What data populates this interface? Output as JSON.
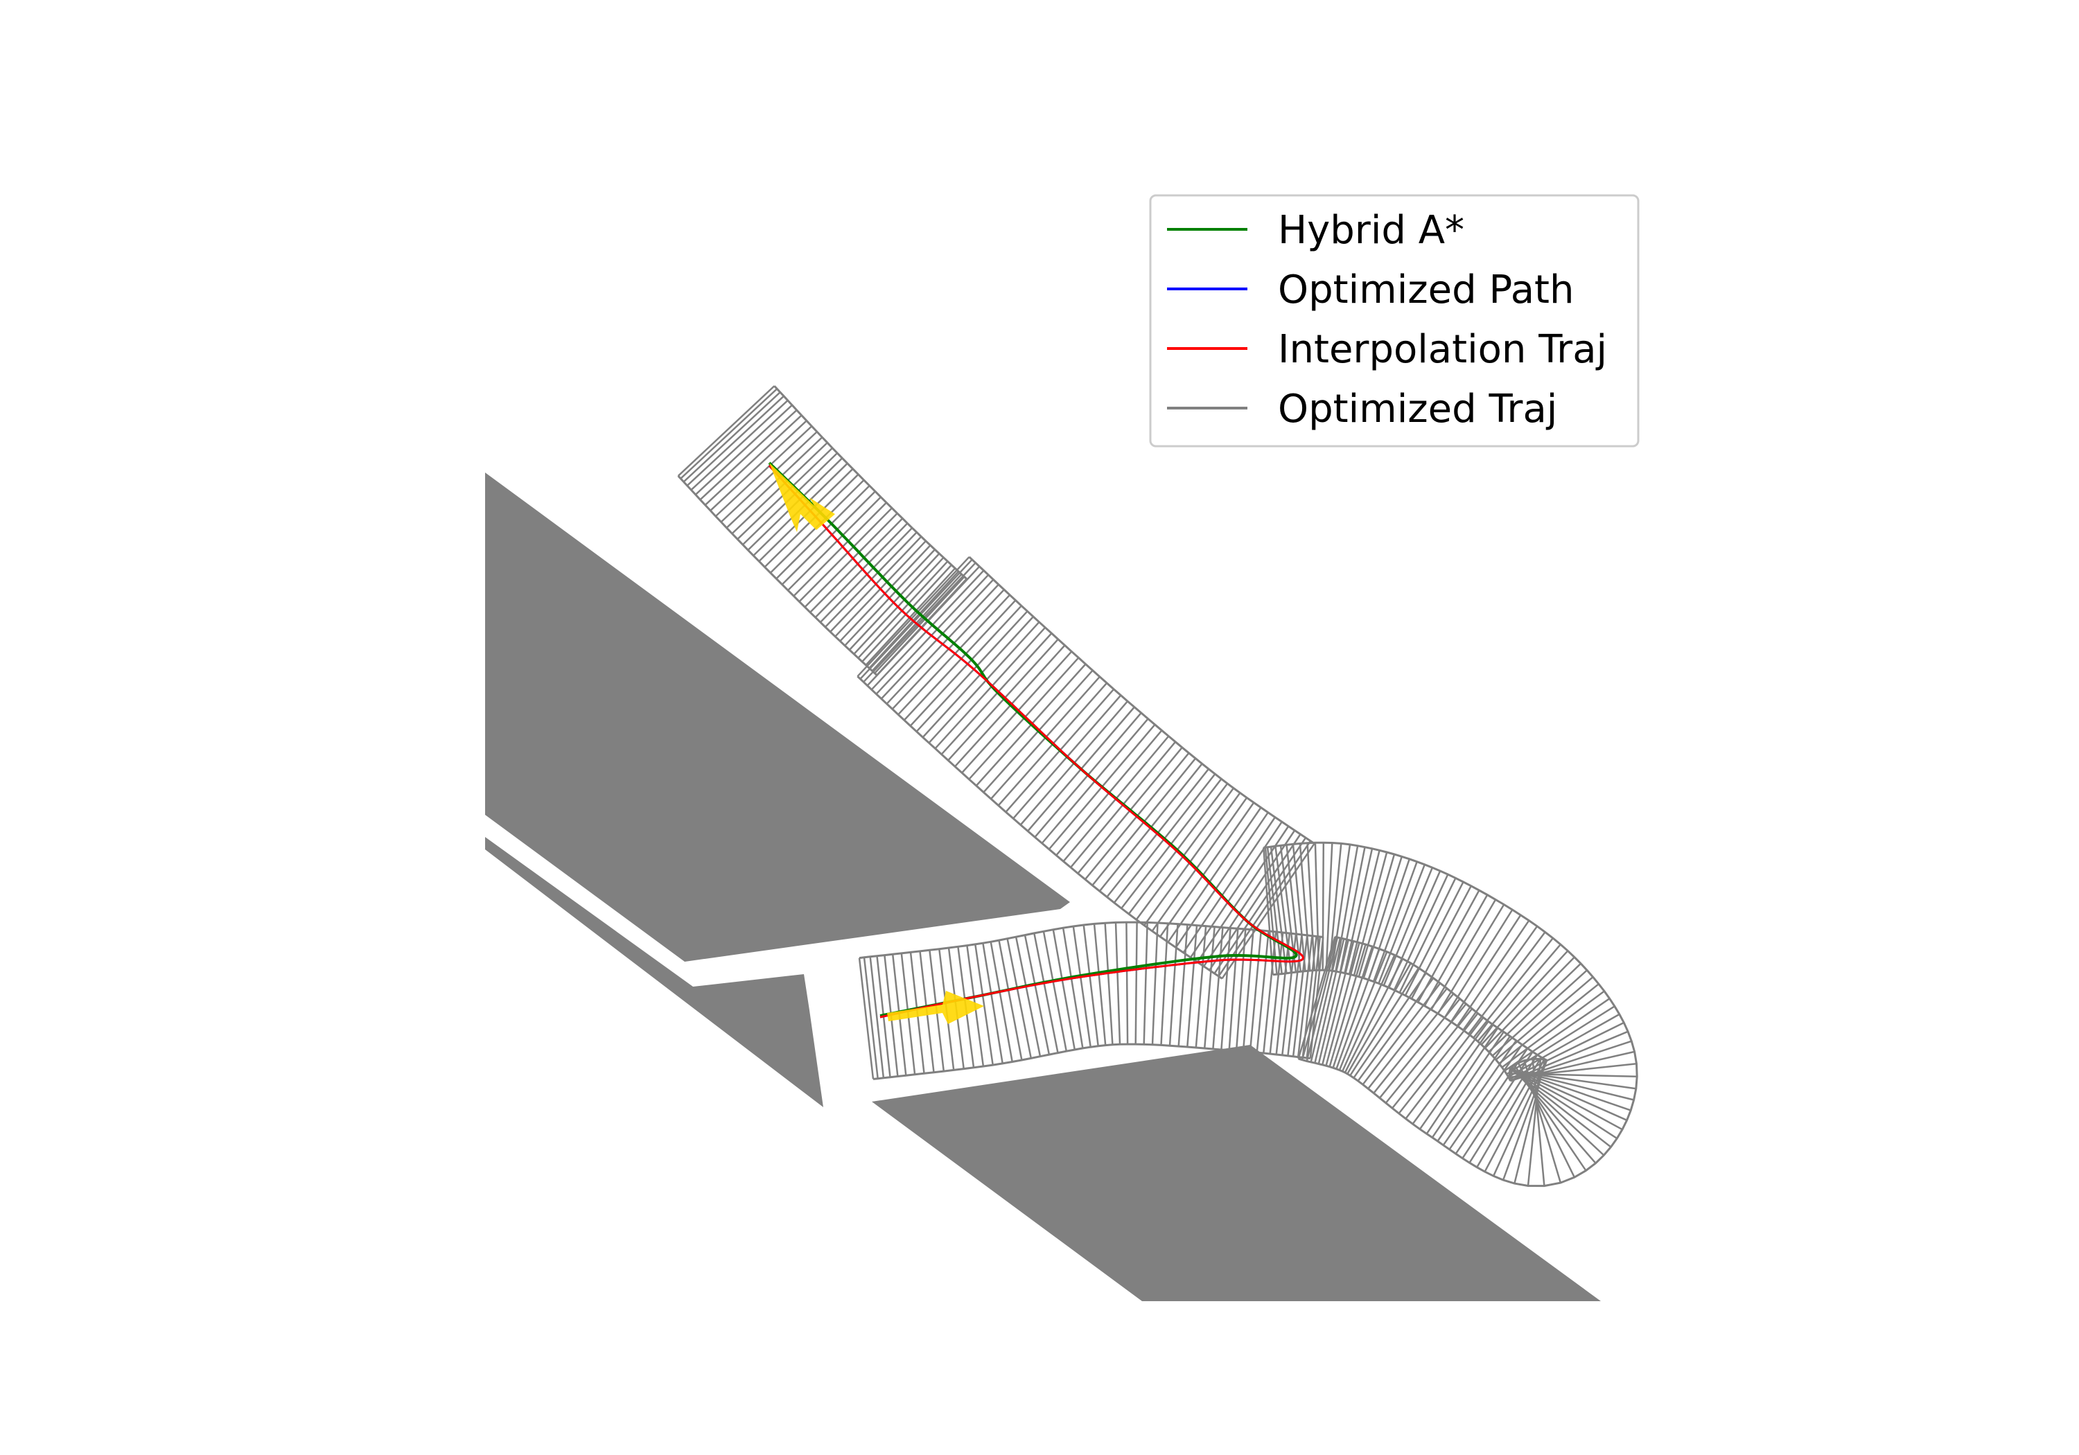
{
  "chart_data": {
    "type": "line",
    "title": "",
    "xlabel": "",
    "ylabel": "",
    "axes_visible": false,
    "grid": false,
    "legend": {
      "placement": "top-right",
      "entries": [
        {
          "label": "Hybrid A*",
          "color": "#008000"
        },
        {
          "label": "Optimized Path",
          "color": "#0000ff"
        },
        {
          "label": "Interpolation Traj",
          "color": "#ff0000"
        },
        {
          "label": "Optimized Traj",
          "color": "#808080"
        }
      ]
    },
    "colors": {
      "obstacle": "#808080",
      "vehicle_footprint": "#808080",
      "start_end_marker": "#ffd700"
    }
  }
}
